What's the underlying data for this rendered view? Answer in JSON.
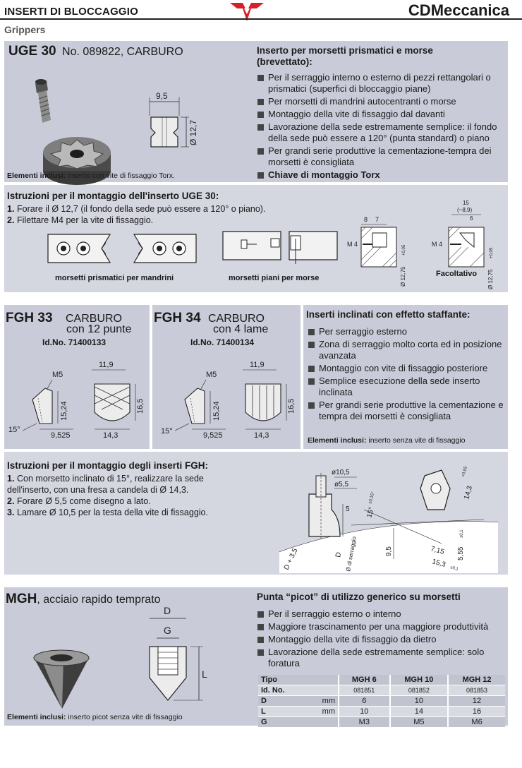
{
  "header": {
    "title": "INSERTI DI BLOCCAGGIO",
    "brand": "CDMeccanica",
    "subtitle": "Grippers"
  },
  "uge": {
    "name": "UGE 30",
    "code": "No. 089822, CARBURO",
    "dim_width": "9,5",
    "dim_dia": "Ø 12,7",
    "included_label": "Elementi inclusi:",
    "included_text": "inserto con vite di fissaggio Torx.",
    "heading": "Inserto per morsetti prismatici e morse (brevettato):",
    "bullets": [
      "Per il serraggio interno o esterno di pezzi rettangolari o prismatici (superfici di bloccaggio piane)",
      "Per morsetti di mandrini autocentranti o morse",
      "Montaggio della vite di fissaggio dal davanti",
      "Lavorazione della sede estremamente semplice: il fondo della sede può essere a 120° (punta standard) o piano",
      "Per grandi serie produttive la cementazione-tempra dei morsetti è consigliata",
      "Chiave di montaggio Torx"
    ]
  },
  "uge_instr": {
    "title": "Istruzioni per il montaggio dell'inserto UGE 30:",
    "steps": [
      {
        "num": "1.",
        "text": "Forare il Ø 12,7 (il fondo della sede può essere a 120° o piano)."
      },
      {
        "num": "2.",
        "text": "Filettare M4 per la vite di fissaggio."
      }
    ],
    "label_prism": "morsetti prismatici per mandrini",
    "label_flat": "morsetti piani per morse",
    "label_opt": "Facoltativo",
    "d_8": "8",
    "d_7": "7",
    "d_15": "15",
    "d_89": "(~8,9)",
    "d_6": "6",
    "d_m4": "M 4",
    "d_m4b": "M 4",
    "d_dia": "Ø 12,75",
    "d_tol": "+0,05",
    "d_dia2": "Ø 12,75",
    "d_tol2": "+0,05"
  },
  "fgh33": {
    "name": "FGH 33",
    "material": "CARBURO",
    "desc": "con 12 punte",
    "id": "Id.No. 71400133",
    "d_m5": "M5",
    "d_152": "15,24",
    "d_119": "11,9",
    "d_165": "16,5",
    "d_15deg": "15°",
    "d_9525": "9,525",
    "d_143": "14,3"
  },
  "fgh34": {
    "name": "FGH 34",
    "material": "CARBURO",
    "desc": "con 4 lame",
    "id": "Id.No. 71400134",
    "d_m5": "M5",
    "d_152": "15,24",
    "d_119": "11,9",
    "d_165": "16,5",
    "d_15deg": "15°",
    "d_9525": "9,525",
    "d_143": "14,3"
  },
  "fgh_info": {
    "heading": "Inserti inclinati con effetto staffante:",
    "bullets": [
      "Per serraggio esterno",
      "Zona di serraggio molto corta ed in posizione avanzata",
      "Montaggio con vite di fissaggio posteriore",
      "Semplice esecuzione della sede inserto inclinata",
      "Per grandi serie produttive la cementazione e tempra dei morsetti è consigliata"
    ],
    "included_label": "Elementi inclusi:",
    "included_text": "inserto senza vite di fissaggio"
  },
  "fgh_instr": {
    "title": "Istruzioni per il montaggio degli inserti FGH:",
    "steps": [
      {
        "num": "1.",
        "text": "Con morsetto inclinato di 15°, realizzare la sede dell'inserto, con una fresa a candela di Ø 14,3."
      },
      {
        "num": "2.",
        "text": "Forare Ø 5,5 come disegno a lato."
      },
      {
        "num": "3.",
        "text": "Lamare Ø 10,5 per la testa della vite di fissaggio."
      }
    ],
    "d_105": "ø10,5",
    "d_55": "ø5,5",
    "d_5": "5",
    "d_15deg": "15°",
    "d_15tol": "±0,15°",
    "d_143": "14,3",
    "d_143tol": "+0,05",
    "d_95": "9,5",
    "d_715": "7,15",
    "d_555": "5,55",
    "d_555tol": "±0,1",
    "d_153": "15,3",
    "d_153tol": "±0,1",
    "d_d35": "D + 3,5",
    "d_d": "D",
    "d_dserr": "Ø di serraggio"
  },
  "mgh": {
    "name": "MGH",
    "material": ", acciaio rapido temprato",
    "d_D": "D",
    "d_G": "G",
    "d_L": "L",
    "included_label": "Elementi inclusi:",
    "included_text": "inserto picot senza vite di fissaggio",
    "heading": "Punta “picot” di utilizzo generico su morsetti",
    "bullets": [
      "Per il serraggio esterno o interno",
      "Maggiore trascinamento per una maggiore produttività",
      "Montaggio della vite di fissaggio da dietro",
      "Lavorazione della sede estremamente semplice: solo foratura"
    ],
    "table": {
      "head": [
        "Tipo",
        "",
        "MGH 6",
        "MGH 10",
        "MGH 12"
      ],
      "ids": [
        "Id. No.",
        "",
        "081851",
        "081852",
        "081853"
      ],
      "rows": [
        [
          "D",
          "mm",
          "6",
          "10",
          "12"
        ],
        [
          "L",
          "mm",
          "10",
          "14",
          "16"
        ],
        [
          "G",
          "",
          "M3",
          "M5",
          "M6"
        ]
      ]
    }
  }
}
